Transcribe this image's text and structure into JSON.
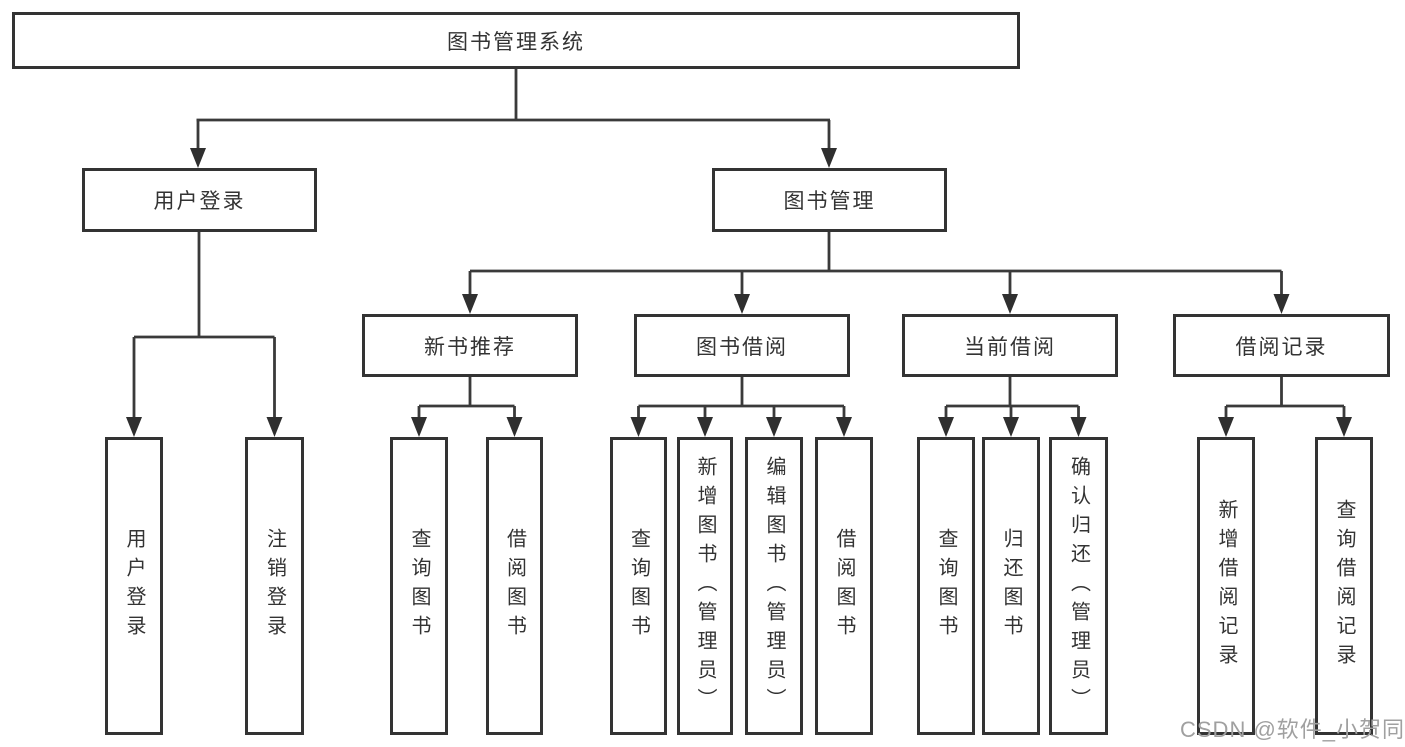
{
  "diagram": {
    "root": {
      "label": "图书管理系统"
    },
    "branches": [
      {
        "label": "用户登录",
        "children": [
          {
            "label": "用户登录"
          },
          {
            "label": "注销登录"
          }
        ]
      },
      {
        "label": "图书管理",
        "children": [
          {
            "label": "新书推荐",
            "children": [
              {
                "label": "查询图书"
              },
              {
                "label": "借阅图书"
              }
            ]
          },
          {
            "label": "图书借阅",
            "children": [
              {
                "label": "查询图书"
              },
              {
                "label": "新增图书（管理员）"
              },
              {
                "label": "编辑图书（管理员）"
              },
              {
                "label": "借阅图书"
              }
            ]
          },
          {
            "label": "当前借阅",
            "children": [
              {
                "label": "查询图书"
              },
              {
                "label": "归还图书"
              },
              {
                "label": "确认归还（管理员）"
              }
            ]
          },
          {
            "label": "借阅记录",
            "children": [
              {
                "label": "新增借阅记录"
              },
              {
                "label": "查询借阅记录"
              }
            ]
          }
        ]
      }
    ]
  },
  "watermark": {
    "text": "CSDN @软件_小贺同学"
  },
  "colors": {
    "line": "#3a3a3a",
    "arrow": "#2f2f2f",
    "box_border": "#333333",
    "text": "#333333",
    "watermark": "#a0a0a0",
    "background": "#ffffff"
  }
}
